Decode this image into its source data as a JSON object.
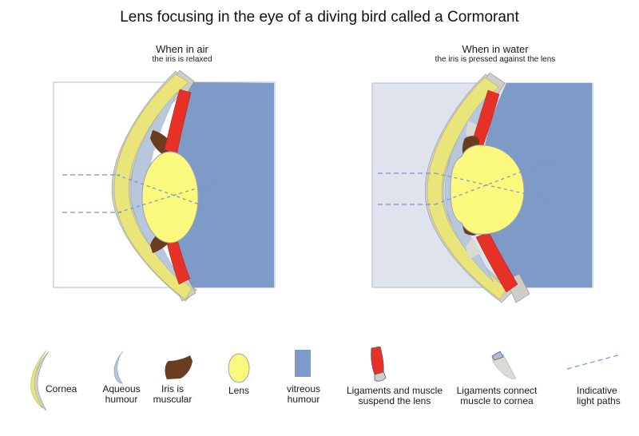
{
  "title": "Lens focusing in the eye of a diving bird called a Cormorant",
  "panels": {
    "air": {
      "heading": "When in air",
      "subheading": "the iris is relaxed"
    },
    "water": {
      "heading": "When in water",
      "subheading": "the iris is pressed against the lens"
    }
  },
  "legend": [
    {
      "label": "Cornea"
    },
    {
      "label": "Aqueous humour"
    },
    {
      "label": "Iris is muscular"
    },
    {
      "label": "Lens"
    },
    {
      "label": "vitreous humour"
    },
    {
      "label": "Ligaments and muscle suspend the lens"
    },
    {
      "label": "Ligaments connect muscle to cornea"
    },
    {
      "label": "Indicative light paths"
    }
  ],
  "colors": {
    "cornea": "#e9e57b",
    "cornea_edge": "#b9b96a",
    "aqueous_humour": "#b9c7dc",
    "iris": "#6b3c1e",
    "lens": "#fbf87e",
    "vitreous_humour": "#7e9ac6",
    "muscle": "#e63127",
    "ligament_gray": "#cecdc9",
    "ligament_gray_light": "#dbdad6",
    "water": "#dee3ee",
    "light_path": "#7896c6",
    "panel_border": "#a9bcd6",
    "text": "#1a1a1a"
  }
}
